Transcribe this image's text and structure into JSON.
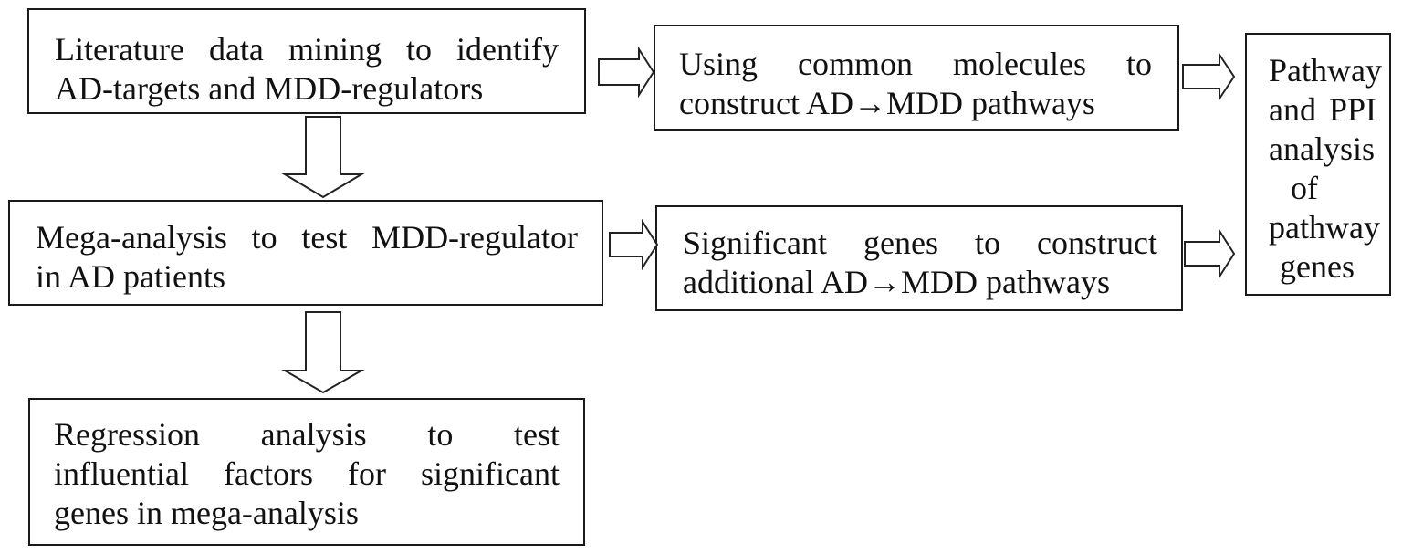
{
  "boxes": {
    "literature": {
      "lines": [
        "Literature data mining to identify",
        "AD-targets and MDD-regulators"
      ]
    },
    "common": {
      "lines": [
        "Using common molecules to",
        "construct AD→MDD pathways"
      ]
    },
    "pathway": {
      "lines": [
        "Pathway",
        "and PPI",
        "analysis",
        "of",
        "pathway",
        "genes"
      ]
    },
    "mega": {
      "lines": [
        "Mega-analysis to test MDD-regulator",
        "in AD patients"
      ]
    },
    "significant": {
      "lines": [
        "Significant genes to construct",
        "additional AD→MDD pathways"
      ]
    },
    "regression": {
      "lines": [
        "Regression analysis to test",
        "influential factors for significant",
        "genes in mega-analysis"
      ]
    }
  }
}
